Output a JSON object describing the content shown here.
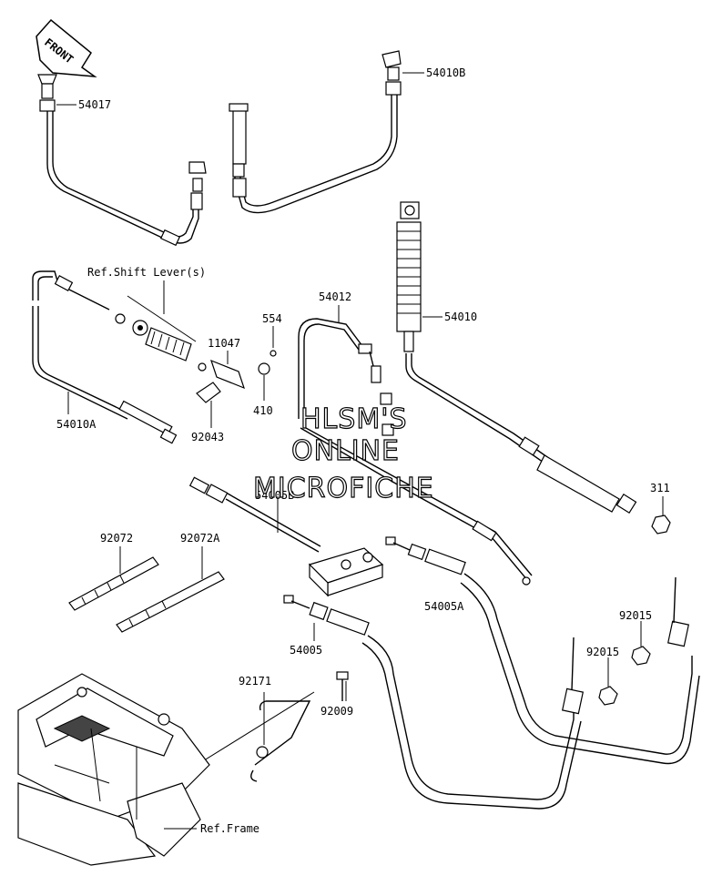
{
  "front_arrow": {
    "label": "FRONT"
  },
  "watermark": {
    "line1": "HLSM'S",
    "line2": "ONLINE",
    "line3": "MICROFICHE"
  },
  "callouts": {
    "p54017": "54017",
    "p54010B": "54010B",
    "ref_shift_lever": "Ref.Shift Lever(s)",
    "p11047": "11047",
    "p554": "554",
    "p54012": "54012",
    "p54010": "54010",
    "p54010A": "54010A",
    "p410": "410",
    "p92043": "92043",
    "p311": "311",
    "p54005B": "54005B",
    "p92072": "92072",
    "p92072A": "92072A",
    "p54005A": "54005A",
    "p92015_a": "92015",
    "p92015_b": "92015",
    "p54005": "54005",
    "p92171": "92171",
    "p92009": "92009",
    "ref_frame": "Ref.Frame"
  }
}
